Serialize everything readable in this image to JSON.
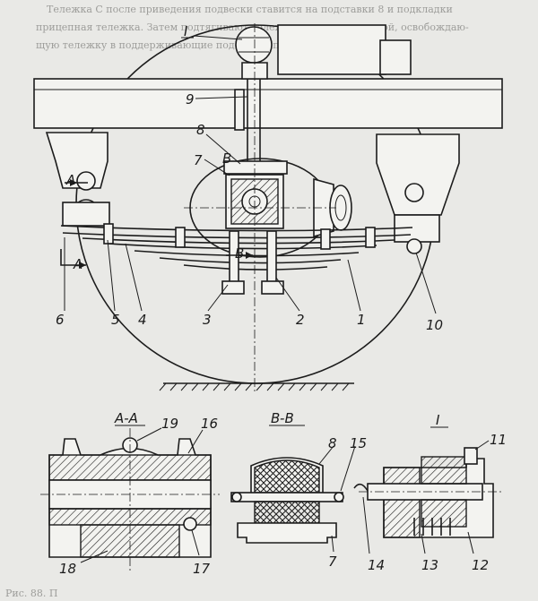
{
  "background_text": [
    "Тележка С после приведения подвески ставится на подставки 8 и подкладки",
    "прицепная тележка. Затем подтягивают тележку вместе с рессорой, освобождаю-",
    "щую тележку в поддерживающие подставки под подкладки рамы."
  ],
  "footer_text": "Рис. 88. П",
  "labels": {
    "l1": "1",
    "l2": "2",
    "l3": "3",
    "l4": "4",
    "l5": "5",
    "l6": "6",
    "l7": "7",
    "l8": "8",
    "l9": "9",
    "l10": "10",
    "lI": "I",
    "lA": "A",
    "lA2": "A",
    "lB": "B",
    "lB2": "B",
    "l7b": "7",
    "l8b": "8",
    "l11": "11",
    "l12": "12",
    "l13": "13",
    "l14": "14",
    "l15": "15",
    "l16": "16",
    "l17": "17",
    "l18": "18",
    "l19": "19"
  },
  "sections": {
    "aa": "A-A",
    "bb": "B-B",
    "detail": "I"
  }
}
